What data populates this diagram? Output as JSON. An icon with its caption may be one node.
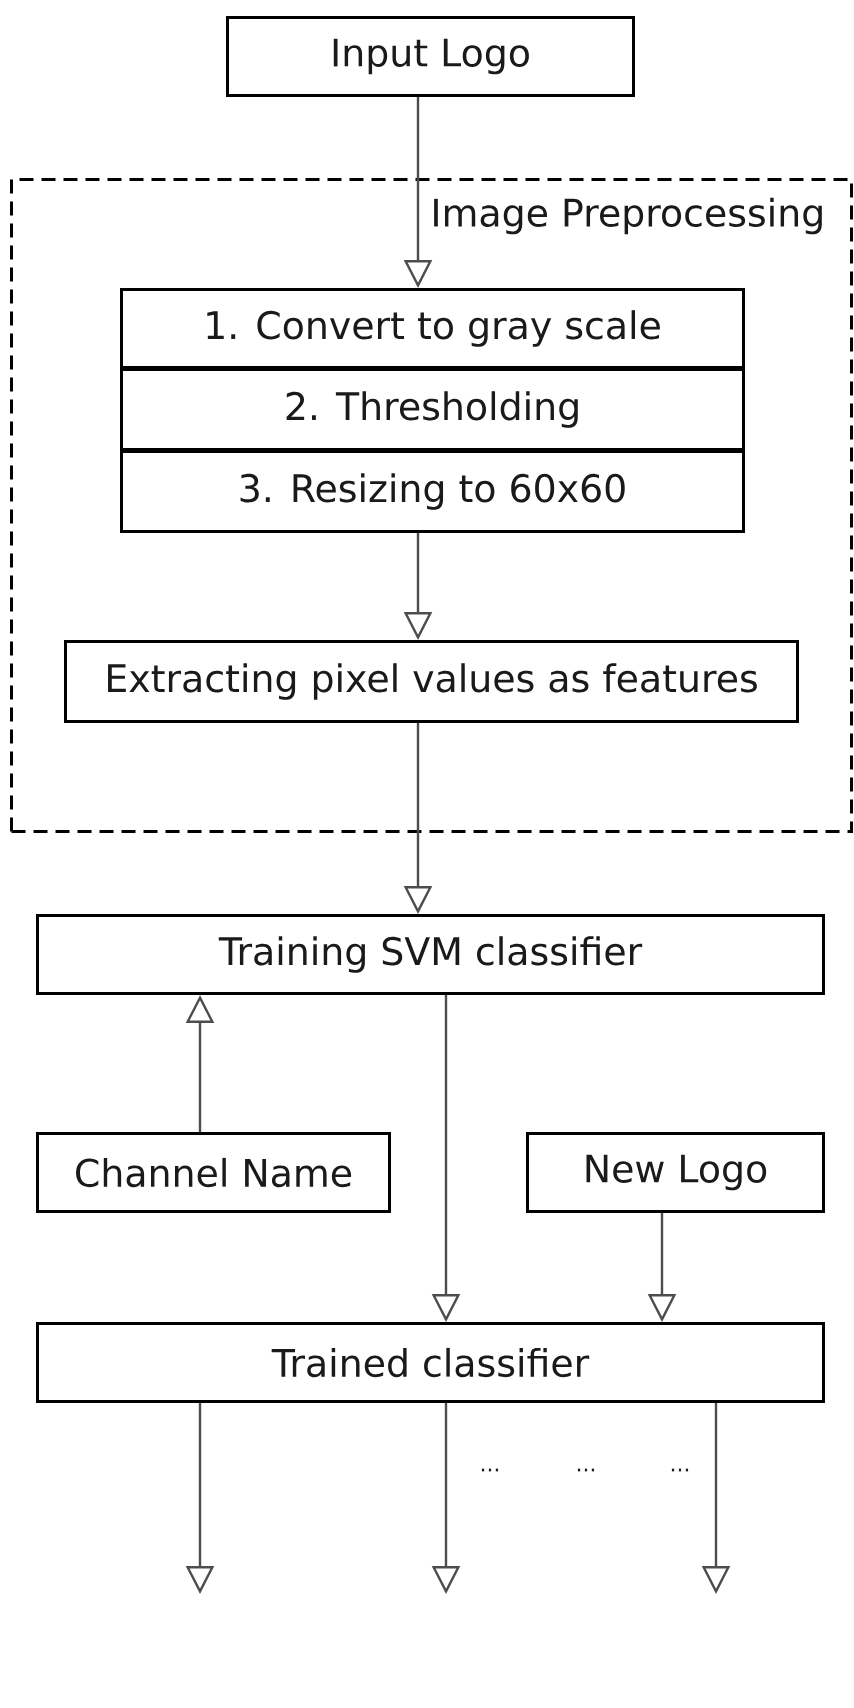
{
  "diagram": {
    "nodes": [
      {
        "text": [
          "Input Logo"
        ]
      },
      {
        "text": [
          "Image Preprocessing"
        ]
      },
      {
        "text": [
          "1. Convert to gray scale"
        ],
        "in": 1
      },
      {
        "text": [
          "2. Thresholding"
        ],
        "in": 1
      },
      {
        "text": [
          "3. Resizing to 60x60"
        ],
        "in": 1
      },
      {
        "text": [
          "Extracting pixel values as features"
        ],
        "in": 1
      },
      {
        "text": [
          "Training SVM classifier"
        ]
      },
      {
        "text": [
          "Channel Name"
        ]
      },
      {
        "text": [
          "New Logo"
        ]
      },
      {
        "text": [
          "Trained classifier"
        ]
      }
    ],
    "edges": [
      {
        "from": 0,
        "to": 2,
        "arrow": "to"
      },
      {
        "from": 4,
        "to": 5,
        "arrow": "to"
      },
      {
        "from": 5,
        "to": 6,
        "arrow": "to"
      },
      {
        "from": 7,
        "to": 6,
        "arrow": "to"
      },
      {
        "from": 6,
        "to": 9,
        "arrow": "to"
      },
      {
        "from": 8,
        "to": 9,
        "arrow": "to"
      },
      {
        "from": 9,
        "to": null,
        "arrow": "to"
      },
      {
        "from": 9,
        "to": null,
        "arrow": "to"
      },
      {
        "from": 9,
        "to": null,
        "arrow": "to"
      }
    ],
    "labels": [
      "...",
      "...",
      "..."
    ]
  }
}
